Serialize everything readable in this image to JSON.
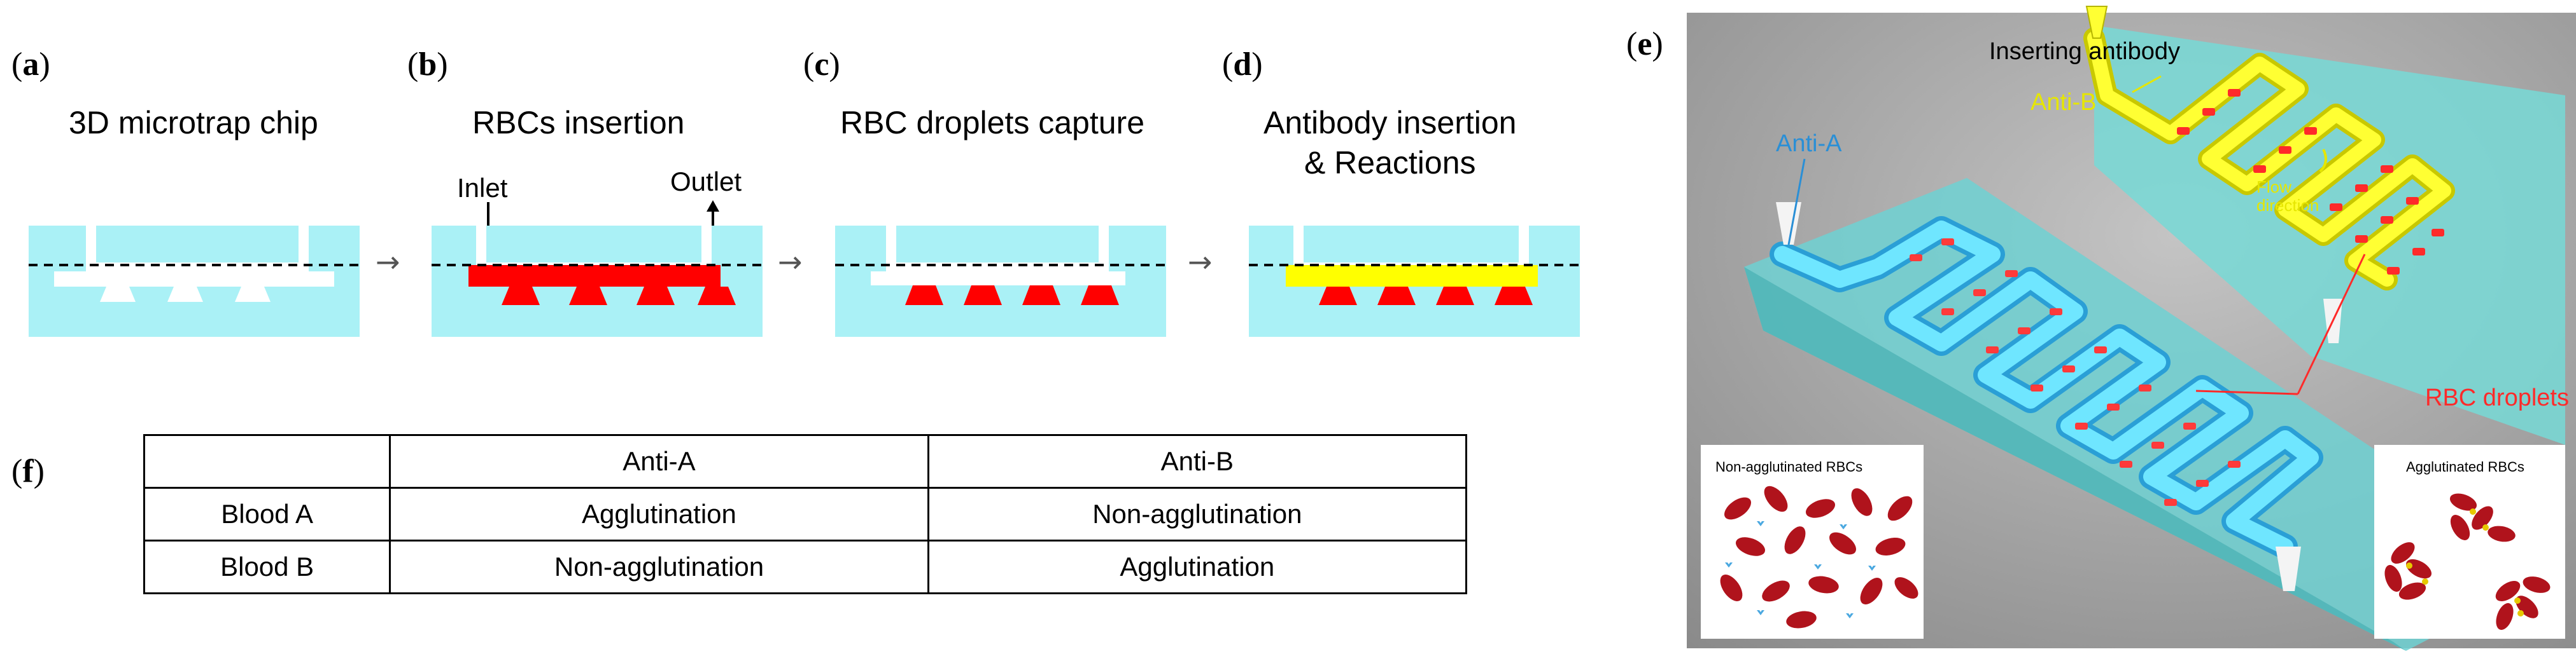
{
  "panels": {
    "a": {
      "label": "a",
      "title": "3D microtrap chip"
    },
    "b": {
      "label": "b",
      "title": "RBCs insertion",
      "inlet": "Inlet",
      "outlet": "Outlet"
    },
    "c": {
      "label": "c",
      "title": "RBC droplets capture"
    },
    "d": {
      "label": "d",
      "title_line1": "Antibody insertion",
      "title_line2": "& Reactions"
    },
    "e": {
      "label": "e",
      "inserting_antibody": "Inserting antibody",
      "anti_b": "Anti-B",
      "anti_a": "Anti-A",
      "flow_line1": "Flow",
      "flow_line2": "direction",
      "rbc_droplets": "RBC droplets",
      "non_agglutinated": "Non-agglutinated RBCs",
      "agglutinated": "Agglutinated RBCs"
    },
    "f": {
      "label": "f"
    }
  },
  "arrow_glyph": "→",
  "table": {
    "header": [
      "",
      "Anti-A",
      "Anti-B"
    ],
    "rows": [
      [
        "Blood A",
        "Agglutination",
        "Non-agglutination"
      ],
      [
        "Blood B",
        "Non-agglutination",
        "Agglutination"
      ]
    ]
  },
  "colors": {
    "chip_cyan": "#aaf1f6",
    "rbc_red": "#ff0000",
    "antibody_yellow": "#ffff00",
    "anti_a_blue": "#3aa0e0",
    "anti_b_yellow": "#e6e600",
    "droplet_red": "#ff2a2a",
    "panel_e_bg": "#9c9c9c"
  }
}
